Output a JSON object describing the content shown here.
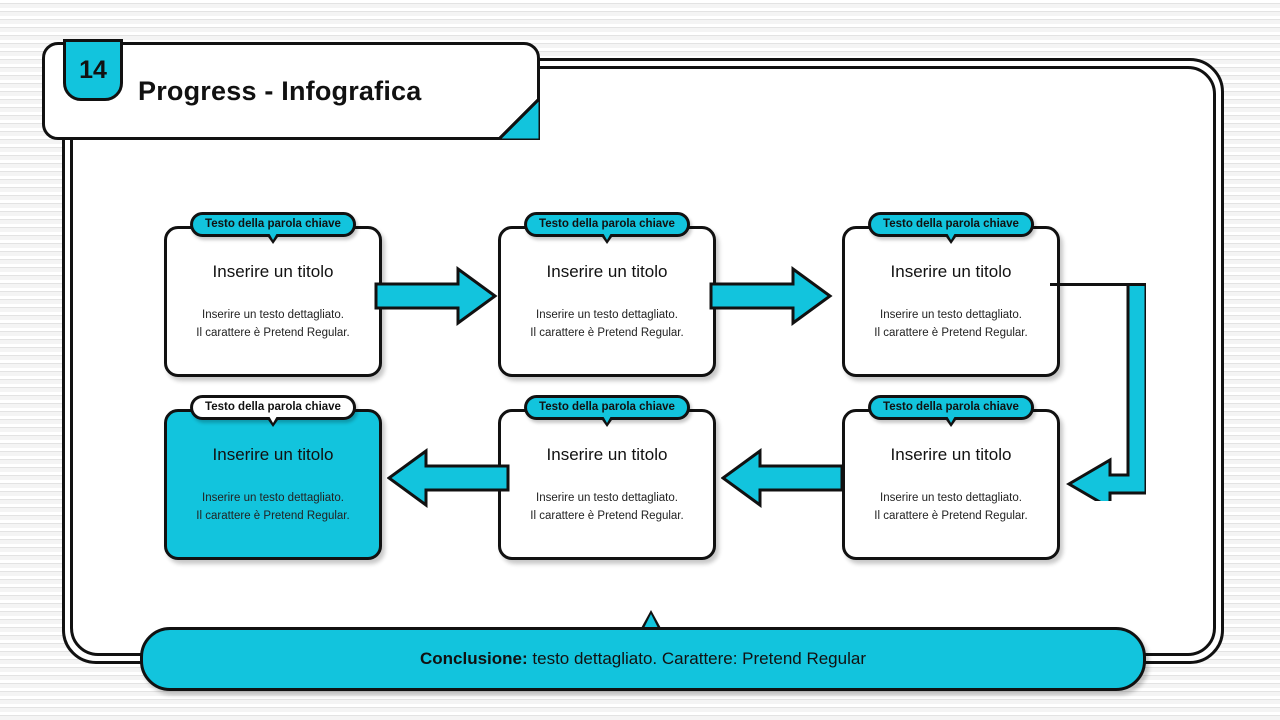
{
  "header": {
    "number": "14",
    "title": "Progress - Infografica"
  },
  "colors": {
    "accent": "#12C4DD",
    "outline": "#111111",
    "card_bg": "#FFFFFF",
    "page_bg": "#F2F2F2"
  },
  "cards": [
    {
      "badge": "Testo della parola chiave",
      "title": "Inserire un titolo",
      "line1": "Inserire un testo dettagliato.",
      "line2": "Il carattere è Pretend Regular.",
      "highlighted": false
    },
    {
      "badge": "Testo della parola chiave",
      "title": "Inserire un titolo",
      "line1": "Inserire un testo dettagliato.",
      "line2": "Il carattere è Pretend Regular.",
      "highlighted": false
    },
    {
      "badge": "Testo della parola chiave",
      "title": "Inserire un titolo",
      "line1": "Inserire un testo dettagliato.",
      "line2": "Il carattere è Pretend Regular.",
      "highlighted": false
    },
    {
      "badge": "Testo della parola chiave",
      "title": "Inserire un titolo",
      "line1": "Inserire un testo dettagliato.",
      "line2": "Il carattere è Pretend Regular.",
      "highlighted": false
    },
    {
      "badge": "Testo della parola chiave",
      "title": "Inserire un titolo",
      "line1": "Inserire un testo dettagliato.",
      "line2": "Il carattere è Pretend Regular.",
      "highlighted": false
    },
    {
      "badge": "Testo della parola chiave",
      "title": "Inserire un titolo",
      "line1": "Inserire un testo dettagliato.",
      "line2": "Il carattere è Pretend Regular.",
      "highlighted": true
    }
  ],
  "arrows": [
    {
      "name": "arrow-card1-to-card2",
      "direction": "right"
    },
    {
      "name": "arrow-card2-to-card3",
      "direction": "right"
    },
    {
      "name": "arrow-card3-to-card4-wrap",
      "direction": "wrap-down-left"
    },
    {
      "name": "arrow-card4-to-card5",
      "direction": "left"
    },
    {
      "name": "arrow-card5-to-card6",
      "direction": "left"
    }
  ],
  "conclusion": {
    "label_bold": "Conclusione:",
    "label_rest": " testo dettagliato. Carattere: Pretend Regular"
  }
}
